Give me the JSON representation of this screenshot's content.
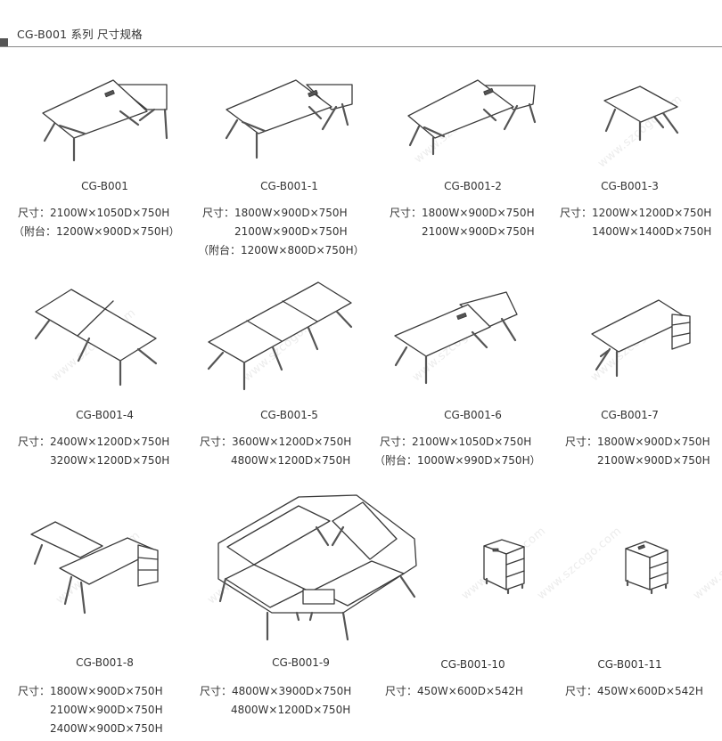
{
  "header": {
    "title": "CG-B001 系列 尺寸规格"
  },
  "watermark": "www.szcogo.com",
  "products": [
    {
      "model": "CG-B001",
      "specs": [
        "尺寸：2100W×1050D×750H",
        "（附台：1200W×900D×750H）"
      ]
    },
    {
      "model": "CG-B001-1",
      "specs": [
        "尺寸：1800W×900D×750H",
        "2100W×900D×750H",
        "（附台：1200W×800D×750H）"
      ]
    },
    {
      "model": "CG-B001-2",
      "specs": [
        "尺寸：1800W×900D×750H",
        "2100W×900D×750H"
      ]
    },
    {
      "model": "CG-B001-3",
      "specs": [
        "尺寸：1200W×1200D×750H",
        "1400W×1400D×750H"
      ]
    },
    {
      "model": "CG-B001-4",
      "specs": [
        "尺寸：2400W×1200D×750H",
        "3200W×1200D×750H"
      ]
    },
    {
      "model": "CG-B001-5",
      "specs": [
        "尺寸：3600W×1200D×750H",
        "4800W×1200D×750H"
      ]
    },
    {
      "model": "CG-B001-6",
      "specs": [
        "尺寸：2100W×1050D×750H",
        "（附台：1000W×990D×750H）"
      ]
    },
    {
      "model": "CG-B001-7",
      "specs": [
        "尺寸：1800W×900D×750H",
        "2100W×900D×750H"
      ]
    },
    {
      "model": "CG-B001-8",
      "specs": [
        "尺寸：1800W×900D×750H",
        "2100W×900D×750H",
        "2400W×900D×750H"
      ]
    },
    {
      "model": "CG-B001-9",
      "specs": [
        "尺寸：4800W×3900D×750H",
        "4800W×1200D×750H"
      ]
    },
    {
      "model": "CG-B001-10",
      "specs": [
        "尺寸：450W×600D×542H"
      ]
    },
    {
      "model": "CG-B001-11",
      "specs": [
        "尺寸：450W×600D×542H"
      ]
    }
  ]
}
